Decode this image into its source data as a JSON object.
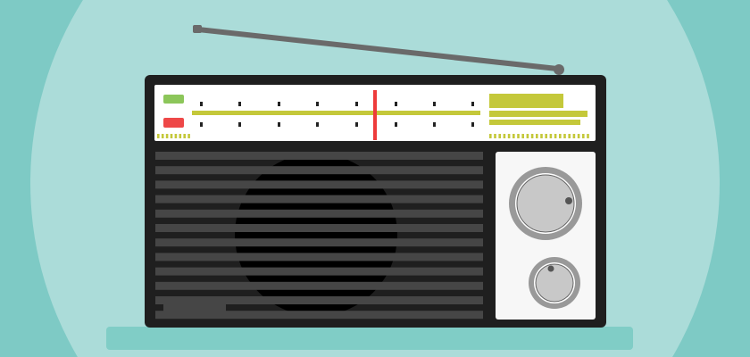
{
  "colors": {
    "background": "#7ecac5",
    "halo": "#abdcd9",
    "shelf": "#80cdc6",
    "shelf_top": "#b6e2df",
    "body": "#1f1f1f",
    "grille_stripe": "#464646",
    "speaker": "#000000",
    "dial_panel": "#ffffff",
    "dial_line": "#c4c83a",
    "needle": "#ee3b3b",
    "led_green": "#8cc65a",
    "led_red": "#ee4848",
    "control_panel": "#f7f7f7",
    "knob_ring": "#999999",
    "knob_face": "#c8c8c8",
    "antenna": "#6a6a6a"
  },
  "icons": [
    "radio-illustration",
    "antenna-icon",
    "speaker-grille",
    "tuning-knob",
    "volume-knob"
  ]
}
